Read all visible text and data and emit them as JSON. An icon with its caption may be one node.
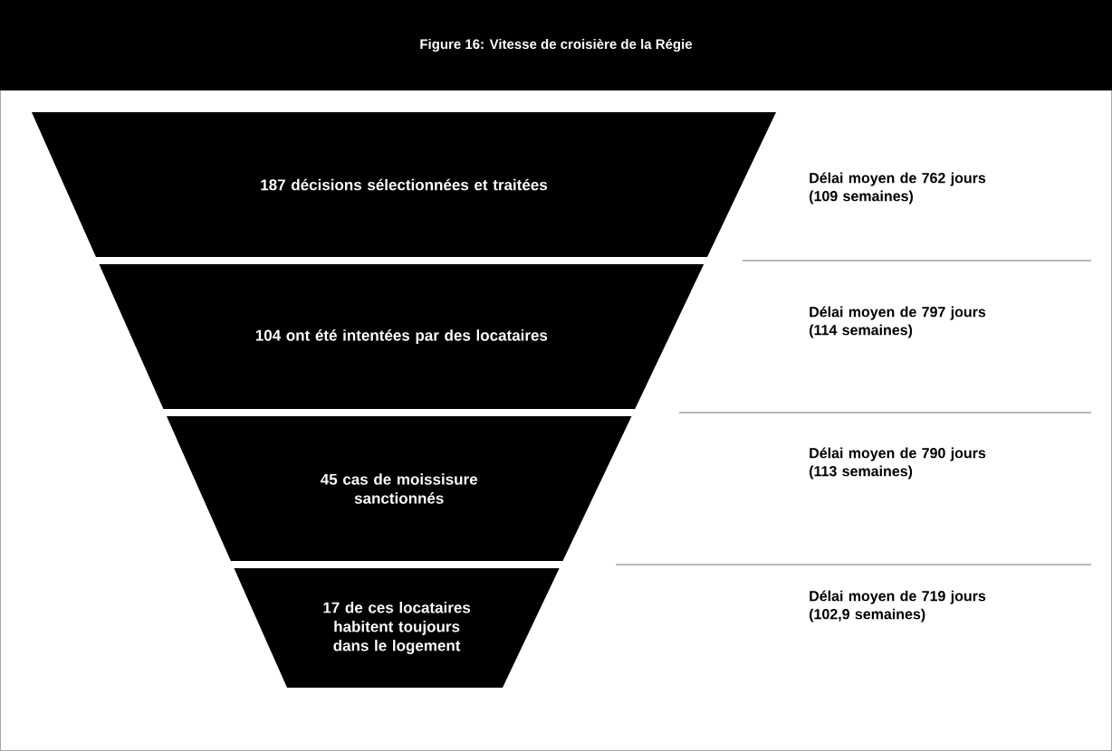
{
  "diagram": {
    "title": "Figure 16: Vitesse de croisière de la Régie",
    "nodes": [
      {
        "text": [
          "187 décisions sélectionnées et traitées"
        ]
      },
      {
        "text": [
          "104 ont été intentées par des locataires"
        ]
      },
      {
        "text": [
          "45 cas de moissisure sanctionnés"
        ]
      },
      {
        "text": [
          "17 de ces locataires habitent toujours dans le logement"
        ]
      }
    ],
    "labels": [
      "Délai moyen de 762 jours (109 semaines)",
      "Délai moyen de 797 jours (114 semaines)",
      "Délai moyen de 790 jours (113 semaines)",
      "Délai moyen de 719 jours (102,9 semaines)"
    ]
  }
}
